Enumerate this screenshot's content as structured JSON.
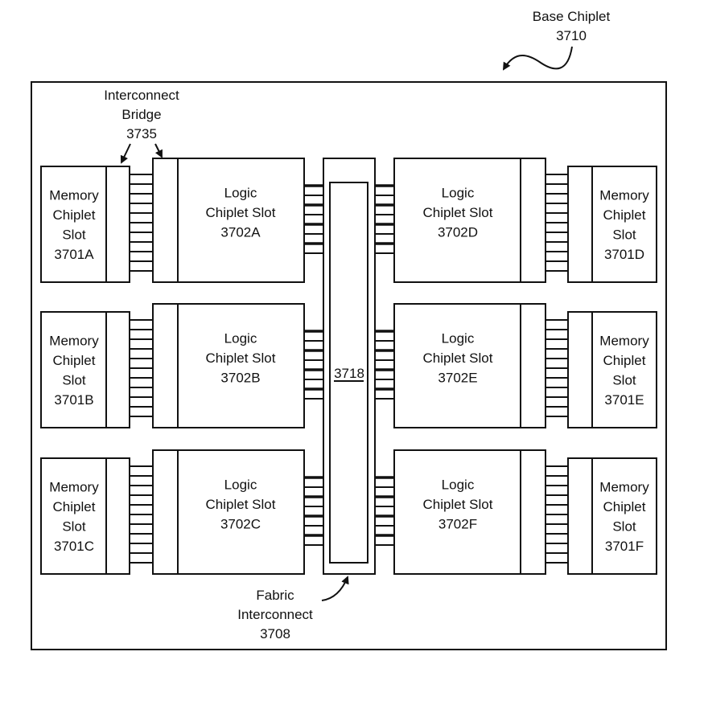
{
  "diagram": {
    "base_chiplet": {
      "line1": "Base Chiplet",
      "line2": "3710"
    },
    "interconnect_bridge": {
      "line1": "Interconnect",
      "line2": "Bridge",
      "line3": "3735"
    },
    "fabric_interconnect": {
      "line1": "Fabric",
      "line2": "Interconnect",
      "line3": "3708",
      "inner_label": "3718"
    },
    "memory_slots": [
      {
        "id": "A",
        "lines": [
          "Memory",
          "Chiplet",
          "Slot",
          "3701A"
        ]
      },
      {
        "id": "B",
        "lines": [
          "Memory",
          "Chiplet",
          "Slot",
          "3701B"
        ]
      },
      {
        "id": "C",
        "lines": [
          "Memory",
          "Chiplet",
          "Slot",
          "3701C"
        ]
      },
      {
        "id": "D",
        "lines": [
          "Memory",
          "Chiplet",
          "Slot",
          "3701D"
        ]
      },
      {
        "id": "E",
        "lines": [
          "Memory",
          "Chiplet",
          "Slot",
          "3701E"
        ]
      },
      {
        "id": "F",
        "lines": [
          "Memory",
          "Chiplet",
          "Slot",
          "3701F"
        ]
      }
    ],
    "logic_slots": [
      {
        "id": "A",
        "lines": [
          "Logic",
          "Chiplet Slot",
          "3702A"
        ]
      },
      {
        "id": "B",
        "lines": [
          "Logic",
          "Chiplet Slot",
          "3702B"
        ]
      },
      {
        "id": "C",
        "lines": [
          "Logic",
          "Chiplet Slot",
          "3702C"
        ]
      },
      {
        "id": "D",
        "lines": [
          "Logic",
          "Chiplet Slot",
          "3702D"
        ]
      },
      {
        "id": "E",
        "lines": [
          "Logic",
          "Chiplet Slot",
          "3702E"
        ]
      },
      {
        "id": "F",
        "lines": [
          "Logic",
          "Chiplet Slot",
          "3702F"
        ]
      }
    ]
  }
}
